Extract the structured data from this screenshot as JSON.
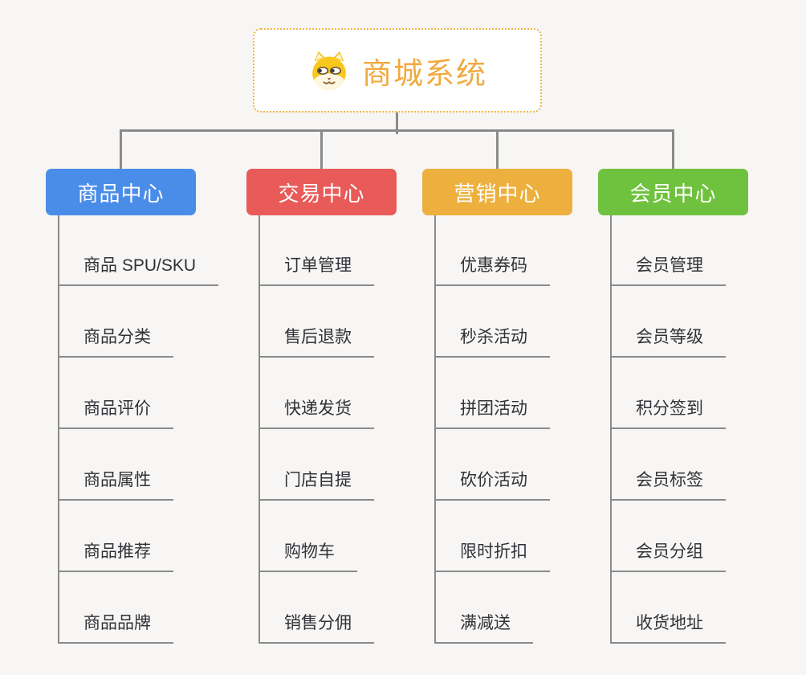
{
  "canvas": {
    "background": "#f7f6f5",
    "line_color": "#8a8a8a"
  },
  "root": {
    "title": "商城系统",
    "icon": "dog-face-icon",
    "text_color": "#f0a93f",
    "border_color": "#f2b441",
    "background": "#ffffff"
  },
  "branches": [
    {
      "label": "商品中心",
      "color": "#4a8de9",
      "items": [
        "商品 SPU/SKU",
        "商品分类",
        "商品评价",
        "商品属性",
        "商品推荐",
        "商品品牌"
      ]
    },
    {
      "label": "交易中心",
      "color": "#e95b58",
      "items": [
        "订单管理",
        "售后退款",
        "快递发货",
        "门店自提",
        "购物车",
        "销售分佣"
      ]
    },
    {
      "label": "营销中心",
      "color": "#edb03e",
      "items": [
        "优惠券码",
        "秒杀活动",
        "拼团活动",
        "砍价活动",
        "限时折扣",
        "满减送"
      ]
    },
    {
      "label": "会员中心",
      "color": "#6fc23e",
      "items": [
        "会员管理",
        "会员等级",
        "积分签到",
        "会员标签",
        "会员分组",
        "收货地址"
      ]
    }
  ]
}
